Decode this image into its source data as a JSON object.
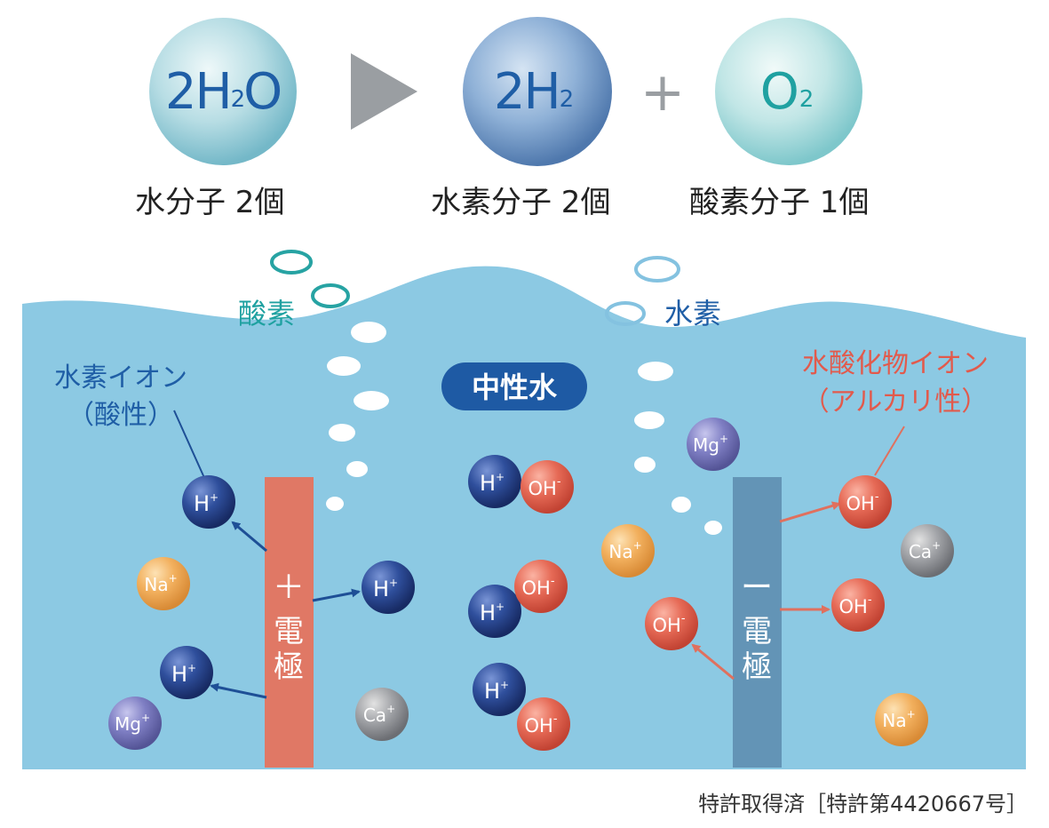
{
  "formula": {
    "water": {
      "main": "2H",
      "sub": "2",
      "tail": "O"
    },
    "hydrogen": {
      "main": "2H",
      "sub": "2"
    },
    "plus": "+",
    "oxygen": {
      "main": "O",
      "sub": "2"
    }
  },
  "captions": {
    "water": "水分子 2個",
    "hydrogen": "水素分子 2個",
    "oxygen": "酸素分子 1個"
  },
  "labels": {
    "oxygen_gas": "酸素",
    "hydrogen_gas": "水素",
    "hydrogen_ion_line1": "水素イオン",
    "hydrogen_ion_line2": "（酸性）",
    "neutral_water": "中性水",
    "hydroxide_line1": "水酸化物イオン",
    "hydroxide_line2": "（アルカリ性）",
    "plus_electrode_sign": "＋",
    "plus_electrode_char1": "電",
    "plus_electrode_char2": "極",
    "minus_electrode_sign": "ー",
    "minus_electrode_char1": "電",
    "minus_electrode_char2": "極"
  },
  "ions": {
    "H": "H",
    "Na": "Na",
    "Mg": "Mg",
    "Ca": "Ca",
    "OH": "OH",
    "plus": "+",
    "minus": "-"
  },
  "footer": "特許取得済［特許第4420667号］",
  "colors": {
    "water": "#8cc9e3",
    "plus_electrode": "#e07865",
    "minus_electrode": "#6394b6",
    "hydrogen_text": "#1f5ea6",
    "oxygen_text": "#1fa1a1",
    "hydroxide_text": "#e25a4c",
    "arrow_blue": "#1e4f96",
    "arrow_red": "#e0705e"
  }
}
